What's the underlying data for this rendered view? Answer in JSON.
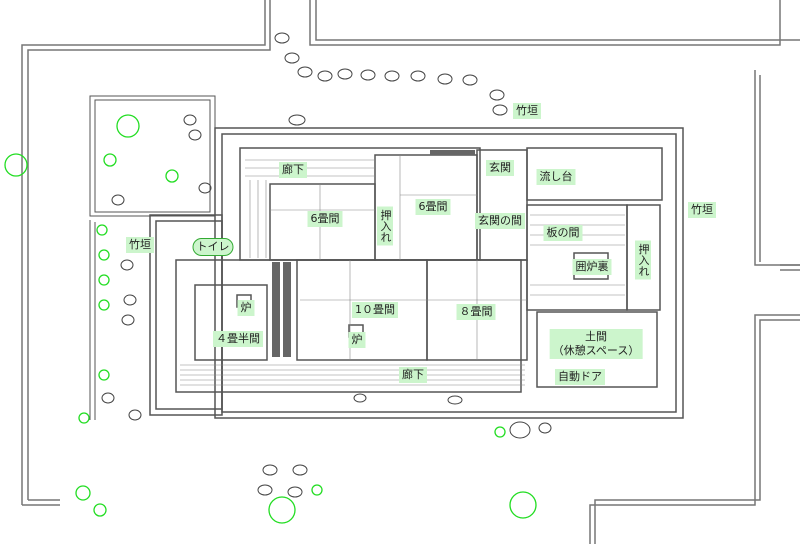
{
  "title": "古民家 平面図",
  "labels": {
    "fence_top": "竹垣",
    "fence_right": "竹垣",
    "fence_left": "竹垣",
    "corridor_top": "廊下",
    "corridor_bottom": "廊下",
    "room6_left": "6畳間",
    "room6_right": "6畳間",
    "closet_left": "押入れ",
    "closet_right": "押入れ",
    "entrance": "玄関",
    "sink": "流し台",
    "entrance_room": "玄関の間",
    "wood_floor": "板の間",
    "irori": "囲炉裏",
    "toilet": "トイレ",
    "hearth_small": "炉",
    "hearth_large": "炉",
    "room10": "1０畳間",
    "room8": "８畳間",
    "room45": "４畳半間",
    "doma_line1": "土間",
    "doma_line2": "（休憩スペース）",
    "auto_door": "自動ドア"
  },
  "colors": {
    "label_bg": "#ccf5cc",
    "tree": "#22dd22",
    "line": "#555555"
  }
}
